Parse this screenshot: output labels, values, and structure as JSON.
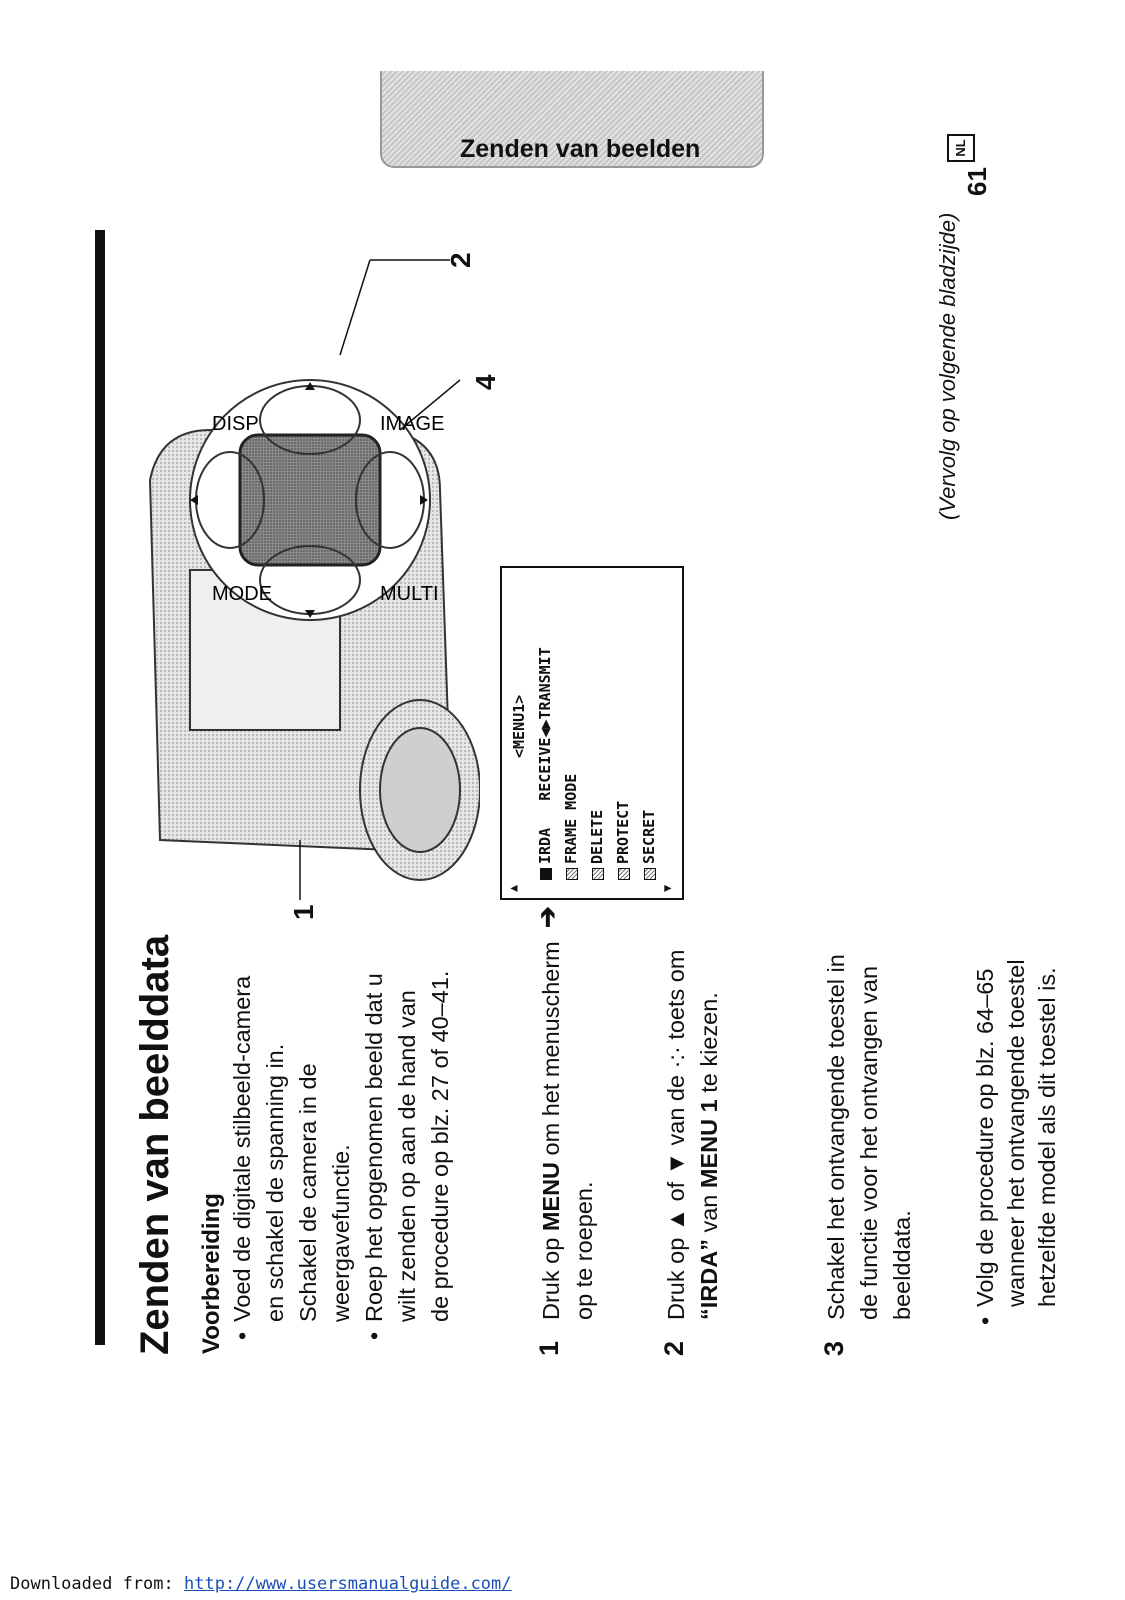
{
  "section_tab": "Zenden van beelden",
  "title": "Zenden van beelddata",
  "preparation": {
    "heading": "Voorbereiding",
    "bullets": [
      "Voed de digitale stilbeeld-camera en schakel de spanning in. Schakel de camera in de weergavefunctie.",
      "Roep het opgenomen beeld dat u wilt zenden op aan de hand van de procedure op blz. 27 of 40–41."
    ]
  },
  "steps": [
    {
      "number": "1",
      "pre": "Druk op ",
      "bold": "MENU",
      "post": " om het menuscherm op te roepen."
    },
    {
      "number": "2",
      "pre": "Druk op ▲ of ▼ van de ",
      "glyph": "·:·",
      "mid": " toets om ",
      "bold": "“IRDA”",
      "post2_pre": " van ",
      "bold2": "MENU 1",
      "post": " te kiezen."
    },
    {
      "number": "3",
      "text": "Schakel het ontvangende toestel in de functie voor het ontvangen van beelddata."
    }
  ],
  "sub_bullet": "Volg de procedure op blz. 64–65 wanneer het ontvangende toestel hetzelfde model als dit toestel is.",
  "figure": {
    "callouts": [
      "1",
      "2",
      "4"
    ],
    "button_labels": [
      "MODE",
      "DISP",
      "MULTI",
      "IMAGE"
    ]
  },
  "menu_screen": {
    "title": "<MENU1>",
    "rows": [
      {
        "label": "IRDA",
        "value": "RECEIVE◀▶TRANSMIT",
        "selected": true
      },
      {
        "label": "FRAME MODE",
        "selected": false
      },
      {
        "label": "DELETE",
        "selected": false
      },
      {
        "label": "PROTECT",
        "selected": false
      },
      {
        "label": "SECRET",
        "selected": false
      }
    ]
  },
  "continued": "(Vervolg op volgende bladzijde)",
  "page_number": "61",
  "language_badge": "NL",
  "footer": {
    "prefix": "Downloaded from: ",
    "link": "http://www.usersmanualguide.com/"
  }
}
